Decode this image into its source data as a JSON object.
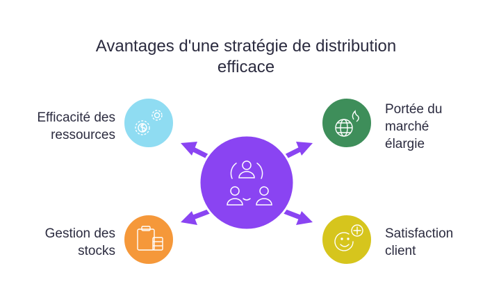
{
  "title": {
    "line1": "Avantages d'une stratégie de distribution",
    "line2": "efficace"
  },
  "colors": {
    "hub": "#8a44f2",
    "arrow": "#8a44f2",
    "resources": "#8fdcf2",
    "market": "#3e8e5a",
    "stock": "#f5983a",
    "satisfaction": "#d6c51d",
    "text": "#2b2b3f"
  },
  "nodes": {
    "resources": {
      "lines": [
        "Efficacité des",
        "ressources"
      ],
      "icon": "gears-dollar-icon"
    },
    "market": {
      "lines": [
        "Portée du",
        "marché",
        "élargie"
      ],
      "icon": "globe-flame-icon"
    },
    "stock": {
      "lines": [
        "Gestion des",
        "stocks"
      ],
      "icon": "clipboard-stack-icon"
    },
    "satisfaction": {
      "lines": [
        "Satisfaction",
        "client"
      ],
      "icon": "smiley-plus-icon"
    }
  },
  "hub": {
    "icon": "people-network-icon"
  }
}
